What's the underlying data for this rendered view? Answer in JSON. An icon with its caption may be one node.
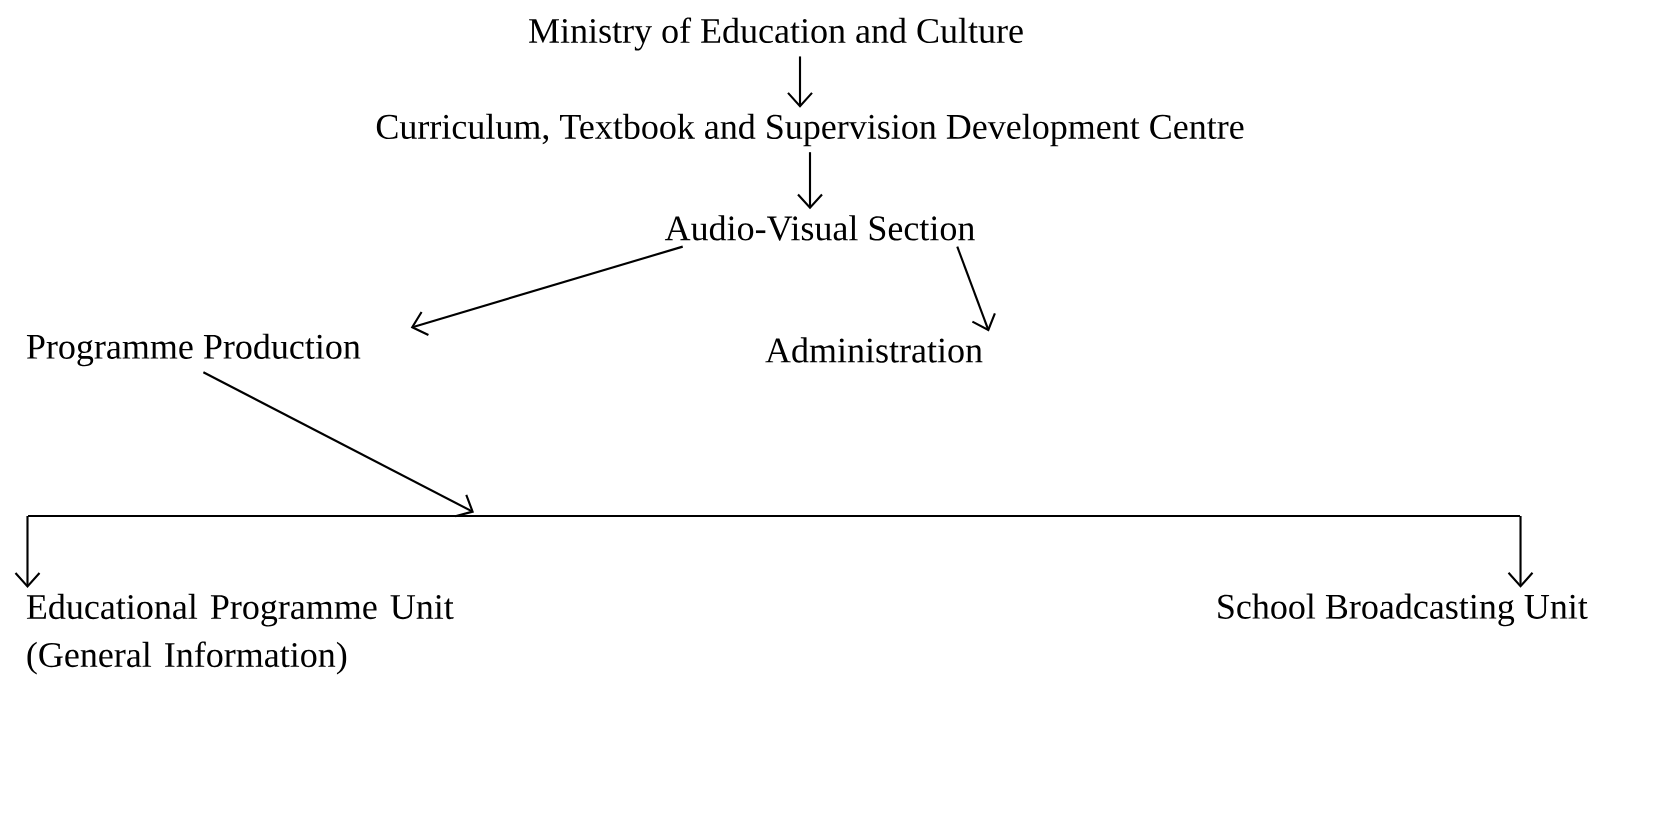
{
  "diagram": {
    "nodes": [
      {
        "text": [
          "Ministry of Education and Culture"
        ]
      },
      {
        "text": [
          "Curriculum, Textbook and Supervision Development Centre"
        ]
      },
      {
        "text": [
          "Audio-Visual Section"
        ]
      },
      {
        "text": [
          "Programme Production"
        ]
      },
      {
        "text": [
          "Administration"
        ]
      },
      {
        "text": [],
        "shape": "bar"
      },
      {
        "text": [
          "Educational Programme Unit (General Information)"
        ]
      },
      {
        "text": [
          "School Broadcasting Unit"
        ]
      }
    ],
    "edges": [
      {
        "from": 0,
        "to": 1,
        "arrow": "to"
      },
      {
        "from": 1,
        "to": 2,
        "arrow": "to"
      },
      {
        "from": 2,
        "to": 3,
        "arrow": "to"
      },
      {
        "from": 2,
        "to": 4,
        "arrow": "to"
      },
      {
        "from": 3,
        "to": 5,
        "arrow": "to"
      },
      {
        "from": 5,
        "to": 6,
        "arrow": "to"
      },
      {
        "from": 5,
        "to": 7,
        "arrow": "to"
      }
    ]
  }
}
